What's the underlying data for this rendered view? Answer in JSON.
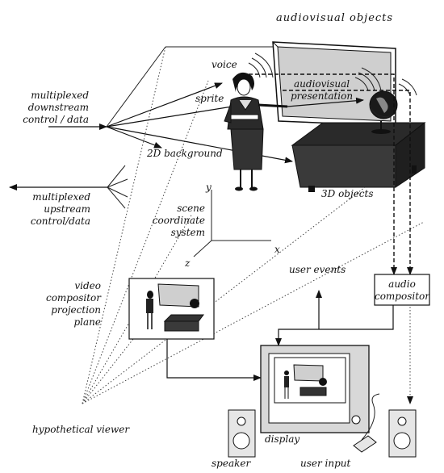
{
  "labels": {
    "audiovisual_objects": "audiovisual objects",
    "voice": "voice",
    "sprite": "sprite",
    "av_presentation_line1": "audiovisual",
    "av_presentation_line2": "presentation",
    "downstream_line1": "multiplexed",
    "downstream_line2": "downstream",
    "downstream_line3": "control / data",
    "background_2d": "2D background",
    "objects_3d": "3D objects",
    "upstream_line1": "multiplexed",
    "upstream_line2": "upstream",
    "upstream_line3": "control/data",
    "axis_y": "y",
    "axis_x": "x",
    "axis_z": "z",
    "scs_line1": "scene",
    "scs_line2": "coordinate",
    "scs_line3": "system",
    "user_events": "user events",
    "audio_compositor_line1": "audio",
    "audio_compositor_line2": "compositor",
    "vc_line1": "video",
    "vc_line2": "compositor",
    "vc_line3": "projection",
    "vc_line4": "plane",
    "hypothetical_viewer": "hypothetical viewer",
    "display": "display",
    "speaker": "speaker",
    "user_input": "user input"
  }
}
